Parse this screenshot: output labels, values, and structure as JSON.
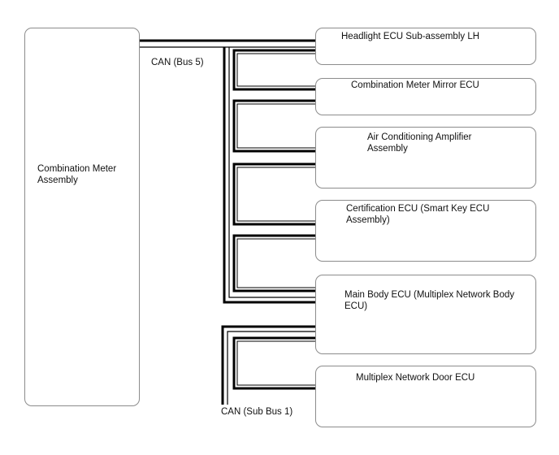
{
  "left_block": {
    "label": "Combination Meter\nAssembly"
  },
  "bus_labels": {
    "main": "CAN (Bus 5)",
    "sub": "CAN (Sub Bus 1)"
  },
  "ecus": [
    {
      "label": "Headlight ECU Sub-assembly LH"
    },
    {
      "label": "Combination Meter Mirror ECU"
    },
    {
      "label": "Air Conditioning Amplifier\nAssembly"
    },
    {
      "label": "Certification ECU (Smart Key ECU\nAssembly)"
    },
    {
      "label": "Main Body ECU (Multiplex Network Body\nECU)"
    },
    {
      "label": "Multiplex Network Door ECU"
    }
  ]
}
